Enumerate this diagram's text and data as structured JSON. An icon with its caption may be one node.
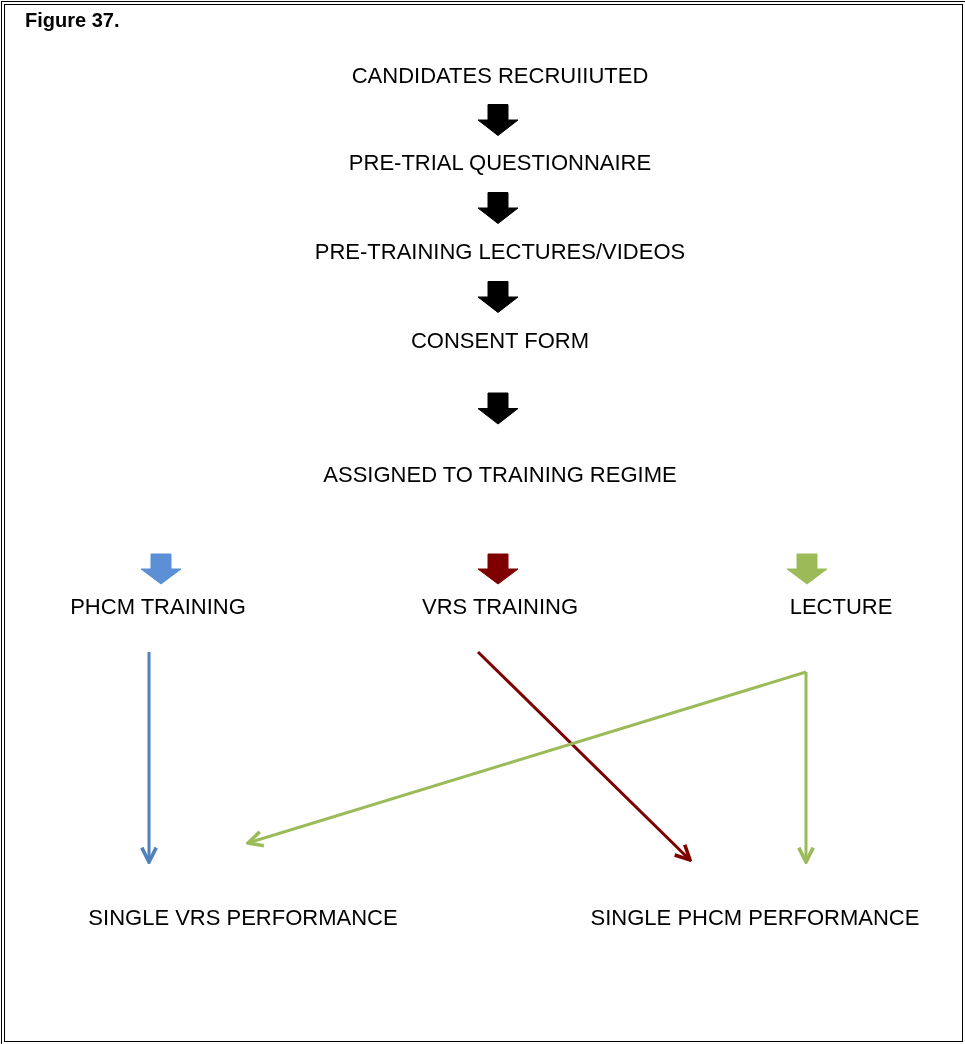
{
  "diagram": {
    "title": "Figure 37.",
    "nodes": [
      {
        "text": [
          "CANDIDATES RECRUIIUTED"
        ]
      },
      {
        "text": [
          "PRE-TRIAL QUESTIONNAIRE"
        ]
      },
      {
        "text": [
          "PRE-TRAINING LECTURES/VIDEOS"
        ]
      },
      {
        "text": [
          "CONSENT FORM"
        ]
      },
      {
        "text": [
          "ASSIGNED TO TRAINING REGIME"
        ]
      },
      {
        "text": [
          "PHCM TRAINING"
        ]
      },
      {
        "text": [
          "VRS TRAINING"
        ]
      },
      {
        "text": [
          "LECTURE"
        ]
      },
      {
        "text": [
          "SINGLE VRS PERFORMANCE"
        ]
      },
      {
        "text": [
          "SINGLE PHCM PERFORMANCE"
        ]
      }
    ],
    "edges": [
      {
        "from": 0,
        "to": 1,
        "arrow": "to",
        "style": "thick"
      },
      {
        "from": 1,
        "to": 2,
        "arrow": "to",
        "style": "thick"
      },
      {
        "from": 2,
        "to": 3,
        "arrow": "to",
        "style": "thick"
      },
      {
        "from": 3,
        "to": 4,
        "arrow": "to",
        "style": "thick"
      },
      {
        "from": null,
        "to": 5,
        "arrow": "to",
        "style": "thick",
        "color": "#5b8fd6"
      },
      {
        "from": null,
        "to": 6,
        "arrow": "to",
        "style": "thick",
        "color": "#7f0000"
      },
      {
        "from": null,
        "to": 7,
        "arrow": "to",
        "style": "thick",
        "color": "#9bbb59"
      },
      {
        "from": 5,
        "to": 8,
        "arrow": "to",
        "color": "#4f81bd"
      },
      {
        "from": 6,
        "to": 9,
        "arrow": "to",
        "color": "#7f0000"
      },
      {
        "from": 7,
        "to": 8,
        "arrow": "to",
        "color": "#9bbb59"
      },
      {
        "from": 7,
        "to": 9,
        "arrow": "to",
        "color": "#9bbb59"
      }
    ]
  }
}
